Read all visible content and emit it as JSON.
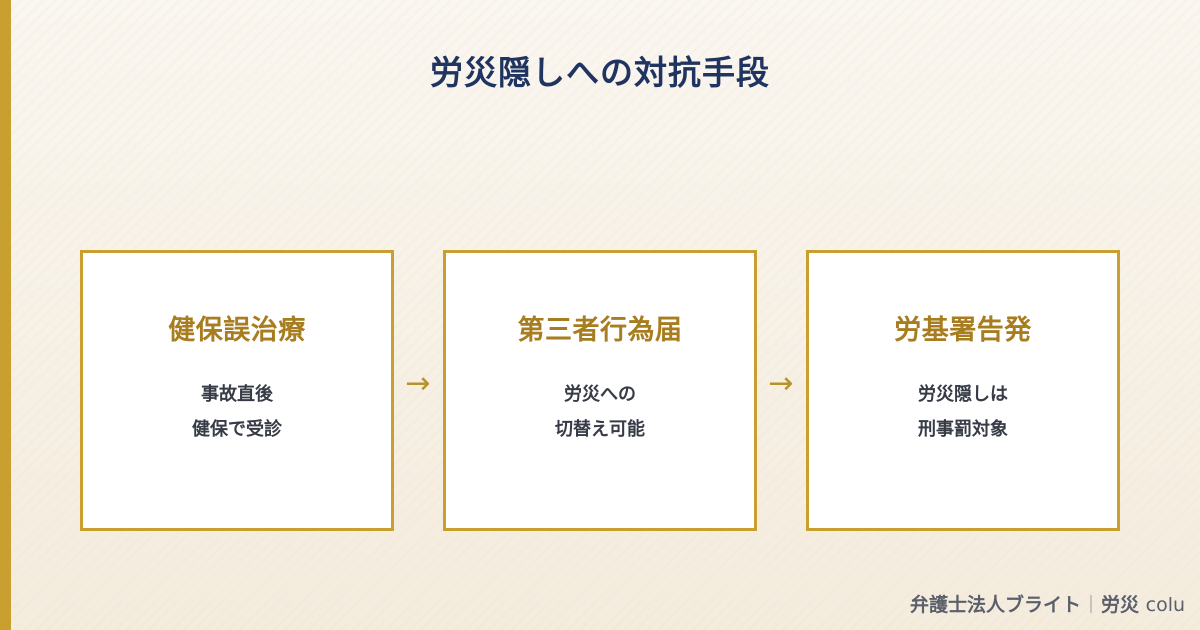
{
  "title": "労災隠しへの対抗手段",
  "colors": {
    "accent": "#c9a030",
    "title": "#1f3461",
    "heading": "#a87d1f",
    "body_text": "#363b46",
    "background": "#f8f3ea"
  },
  "steps": [
    {
      "heading": "健保誤治療",
      "lines": [
        "事故直後",
        "健保で受診"
      ]
    },
    {
      "heading": "第三者行為届",
      "lines": [
        "労災への",
        "切替え可能"
      ]
    },
    {
      "heading": "労基署告発",
      "lines": [
        "労災隠しは",
        "刑事罰対象"
      ]
    }
  ],
  "arrows": [
    "→",
    "→"
  ],
  "footer": {
    "brand": "弁護士法人ブライト",
    "category": "労災",
    "section": "colu"
  }
}
